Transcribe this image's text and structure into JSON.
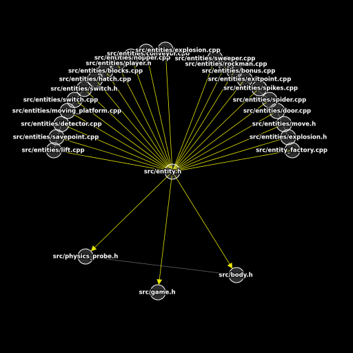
{
  "colors": {
    "background": "#000000",
    "edge_highlight": "#e6e600",
    "edge_dim": "#666666",
    "center_node": "#ffff00",
    "node_stroke": "#ffffff",
    "label": "#ffffff"
  },
  "graph": {
    "center": {
      "id": "entity_h",
      "label": "src/entity.h"
    },
    "fan_nodes": [
      {
        "id": "lift",
        "label": "src/entities/lift.cpp"
      },
      {
        "id": "savepoint",
        "label": "src/entities/savepoint.cpp"
      },
      {
        "id": "detector",
        "label": "src/entities/detector.cpp"
      },
      {
        "id": "moving_platform",
        "label": "src/entities/moving_platform.cpp"
      },
      {
        "id": "switch_cpp",
        "label": "src/entities/switch.cpp"
      },
      {
        "id": "switch_h",
        "label": "src/entities/switch.h"
      },
      {
        "id": "hatch",
        "label": "src/entities/hatch.cpp"
      },
      {
        "id": "blocks",
        "label": "src/entities/blocks.cpp"
      },
      {
        "id": "player",
        "label": "src/entities/player.h"
      },
      {
        "id": "hopper",
        "label": "src/entities/hopper.cpp"
      },
      {
        "id": "conveyor",
        "label": "src/entities/conveyor.cpp"
      },
      {
        "id": "explosion_cpp",
        "label": "src/entities/explosion.cpp"
      },
      {
        "id": "sweeper",
        "label": "src/entities/sweeper.cpp"
      },
      {
        "id": "rockman",
        "label": "src/entities/rockman.cpp"
      },
      {
        "id": "bonus",
        "label": "src/entities/bonus.cpp"
      },
      {
        "id": "exitpoint",
        "label": "src/entities/exitpoint.cpp"
      },
      {
        "id": "spikes",
        "label": "src/entities/spikes.cpp"
      },
      {
        "id": "spider",
        "label": "src/entities/spider.cpp"
      },
      {
        "id": "door",
        "label": "src/entities/door.cpp"
      },
      {
        "id": "move",
        "label": "src/entities/move.h"
      },
      {
        "id": "explosion_h",
        "label": "src/entities/explosion.h"
      },
      {
        "id": "entity_factory",
        "label": "src/entity_factory.cpp"
      }
    ],
    "dependencies": [
      {
        "id": "physics_probe",
        "label": "src/physics_probe.h"
      },
      {
        "id": "game_h",
        "label": "src/game.h"
      },
      {
        "id": "body_h",
        "label": "src/body.h"
      }
    ]
  }
}
